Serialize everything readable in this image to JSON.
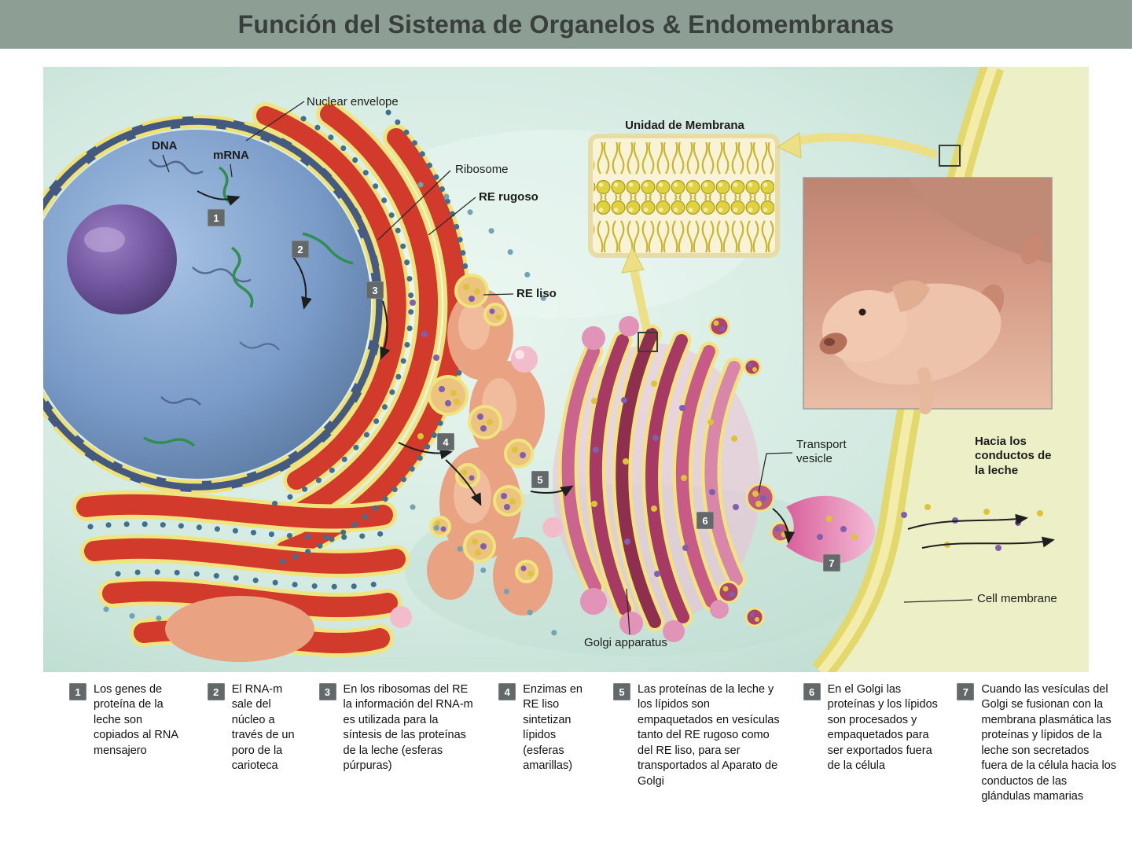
{
  "title": "Función del Sistema de Organelos & Endomembranas",
  "labels": {
    "nuclear_envelope": "Nuclear envelope",
    "dna": "DNA",
    "mrna": "mRNA",
    "ribosome": "Ribosome",
    "re_rugoso": "RE rugoso",
    "re_liso": "RE liso",
    "unidad_membrana": "Unidad de Membrana",
    "transport_vesicle": "Transport vesicle",
    "hacia_conductos": "Hacia los conductos de la leche",
    "cell_membrane": "Cell membrane",
    "golgi_apparatus": "Golgi apparatus"
  },
  "markers": [
    "1",
    "2",
    "3",
    "4",
    "5",
    "6",
    "7"
  ],
  "captions": [
    {
      "num": "1",
      "text": "Los genes de proteína de la leche son copiados al RNA mensajero"
    },
    {
      "num": "2",
      "text": "El RNA-m sale del núcleo a través de un poro de la carioteca"
    },
    {
      "num": "3",
      "text": "En los ribosomas del RE la información del RNA-m es utilizada para la síntesis de las proteínas de la leche (esferas púrpuras)"
    },
    {
      "num": "4",
      "text": "Enzimas en RE liso sintetizan lípidos (esferas amarillas)"
    },
    {
      "num": "5",
      "text": "Las proteínas de la leche y los lípidos son empaquetados en vesículas tanto del RE rugoso como del RE liso, para ser transportados al Aparato de Golgi"
    },
    {
      "num": "6",
      "text": "En el Golgi las proteínas y los lípidos son procesados y empaquetados para ser exportados fuera de la célula"
    },
    {
      "num": "7",
      "text": "Cuando las vesículas del Golgi se fusionan con la membrana plasmática las proteínas y lípidos de la leche son secretados fuera de la célula hacia los conductos de las glándulas mamarias"
    }
  ],
  "colors": {
    "title_bar": "#8d9e95",
    "diagram_bg": "#d3eae1",
    "marker_bg": "#63686a",
    "nucleus_blue": "#7b9cc9",
    "nucleolus_purple": "#6f549c",
    "er_red": "#d23a2b",
    "membrane_yellow": "#e3d86c",
    "golgi_magenta": "#a63a64"
  }
}
